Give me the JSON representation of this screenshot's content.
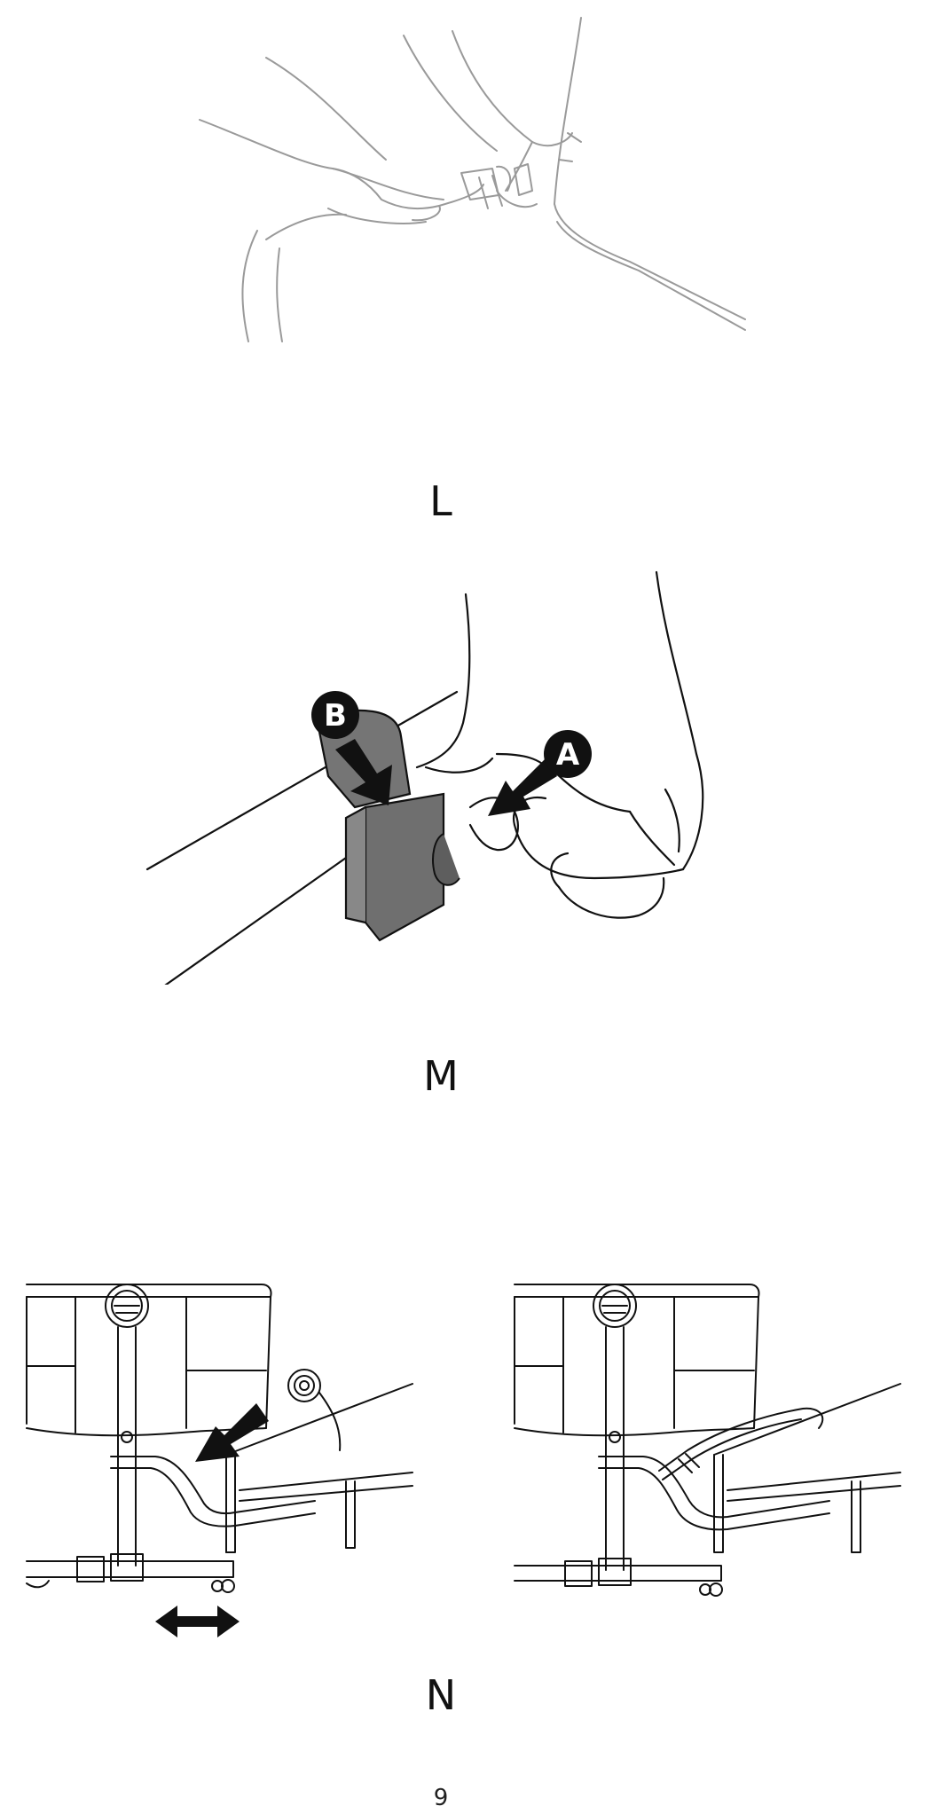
{
  "figures": [
    {
      "caption": "L"
    },
    {
      "caption": "M",
      "markers": [
        "B",
        "A"
      ]
    },
    {
      "caption": "N"
    }
  ],
  "page_number": "9",
  "colors": {
    "line": "#8e8e8e",
    "ink": "#111111",
    "clip_fill": "#6f6f6f",
    "marker_fill": "#111111"
  }
}
